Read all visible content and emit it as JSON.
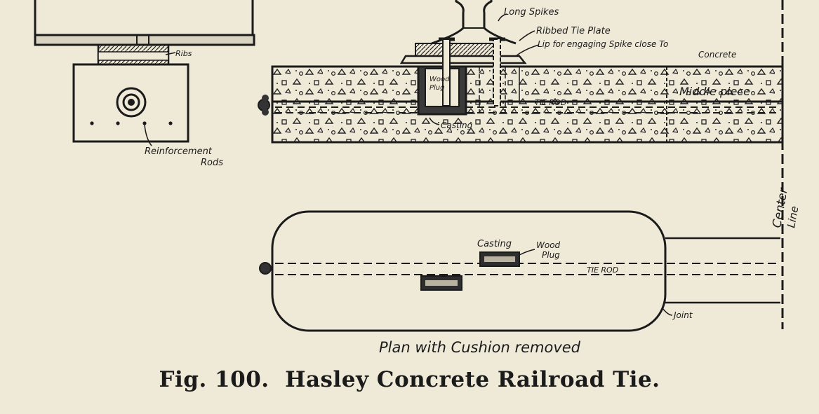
{
  "labels": {
    "long_spikes": "Long Spikes",
    "ribbed_tie_plate": "Ribbed Tie Plate",
    "lip_line1": "Lip for engaging Spike close To",
    "lip_line2": "Concrete",
    "ribs": "Ribs",
    "wood": "Wood",
    "plug": "Plug",
    "middle_piece": "Middle piece",
    "tie_rod_section": "TIE ROD",
    "casting_section": "Casting",
    "reinforcement_line1": "Reinforcement",
    "reinforcement_line2": "Rods",
    "center_line1": "Center",
    "center_line2": "Line",
    "plan_casting": "Casting",
    "plan_wood": "Wood",
    "plan_plug": "Plug",
    "tie_rod_plan": "TIE ROD",
    "joint": "Joint",
    "plan_title": "Plan with Cushion removed"
  },
  "caption": "Fig. 100.  Hasley Concrete Railroad Tie."
}
